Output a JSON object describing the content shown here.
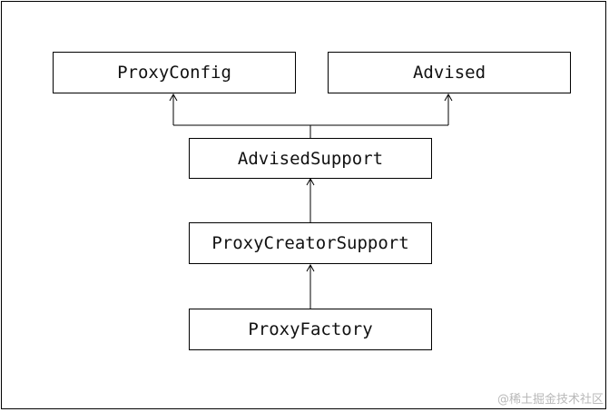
{
  "diagram": {
    "nodes": {
      "proxy_config": "ProxyConfig",
      "advised": "Advised",
      "advised_support": "AdvisedSupport",
      "proxy_creator_support": "ProxyCreatorSupport",
      "proxy_factory": "ProxyFactory"
    },
    "edges": [
      {
        "from": "advised_support",
        "to": "proxy_config"
      },
      {
        "from": "advised_support",
        "to": "advised"
      },
      {
        "from": "proxy_creator_support",
        "to": "advised_support"
      },
      {
        "from": "proxy_factory",
        "to": "proxy_creator_support"
      }
    ]
  },
  "watermark": "@稀土掘金技术社区",
  "colors": {
    "line": "#000000",
    "watermark": "#b9b9b9"
  }
}
